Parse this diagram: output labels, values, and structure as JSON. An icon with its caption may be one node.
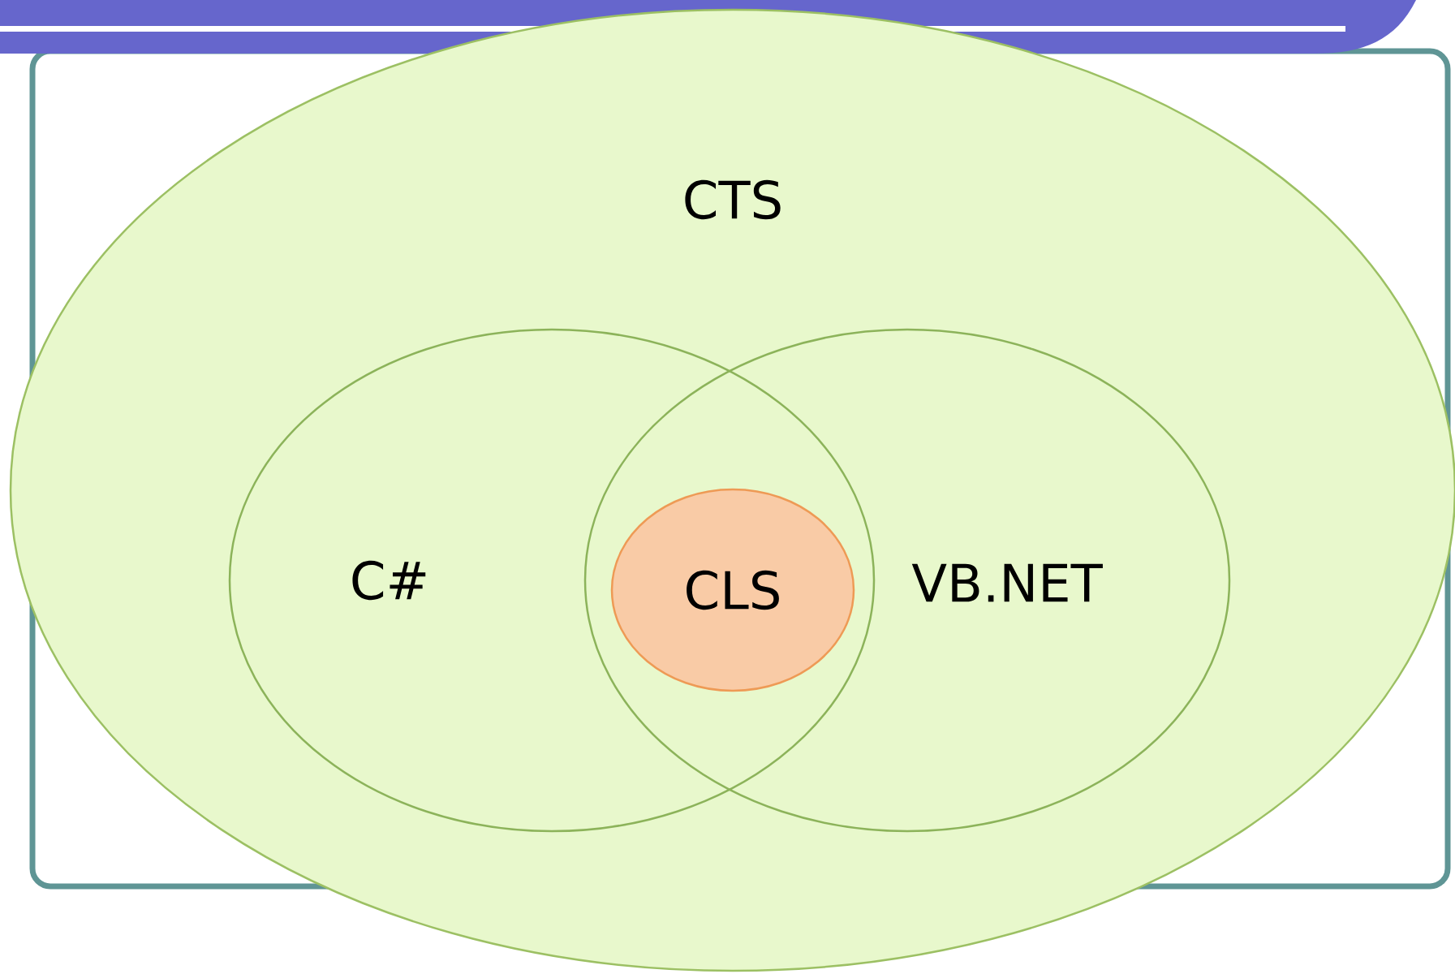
{
  "diagram": {
    "nodes": [
      {
        "text": [
          "CTS"
        ]
      },
      {
        "text": [
          "C#"
        ],
        "in": 0
      },
      {
        "text": [
          "VB.NET"
        ],
        "in": 0
      },
      {
        "text": [
          "CLS"
        ]
      }
    ]
  }
}
